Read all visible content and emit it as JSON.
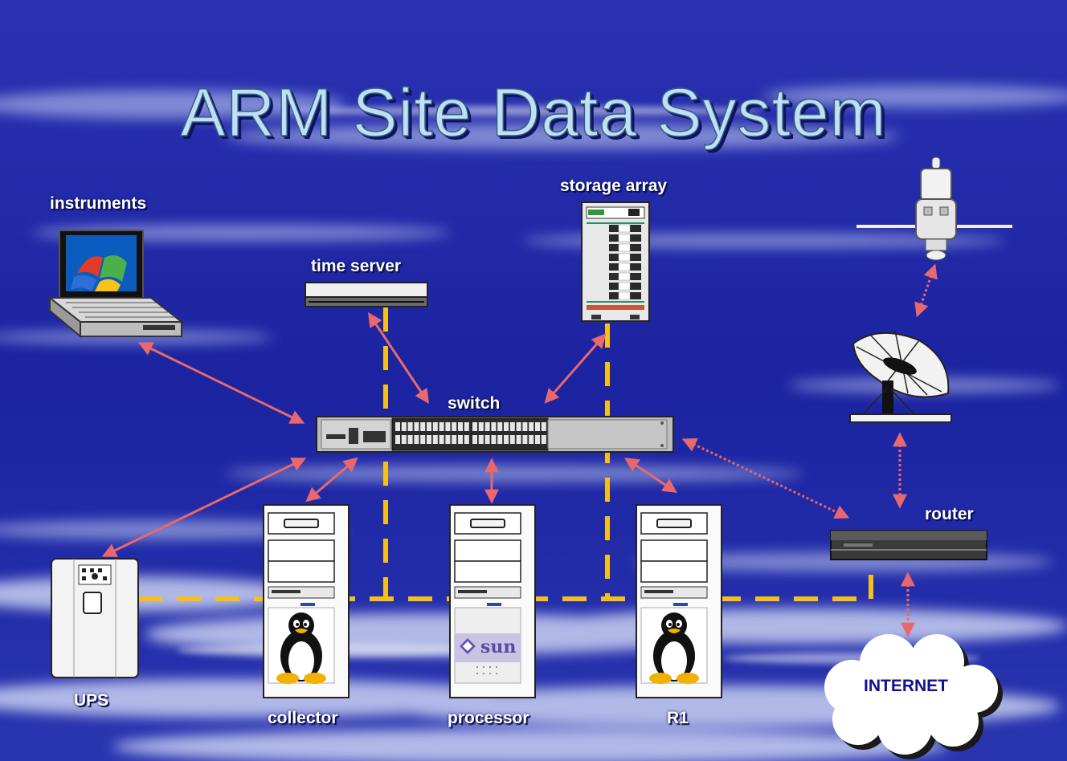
{
  "title": "ARM Site Data System",
  "labels": {
    "instruments": "instruments",
    "time_server": "time server",
    "storage_array": "storage array",
    "switch": "switch",
    "router": "router",
    "ups": "UPS",
    "collector": "collector",
    "processor": "processor",
    "r1": "R1",
    "internet": "INTERNET"
  },
  "sun_logo": "sun",
  "colors": {
    "background": "#1f27a8",
    "link_arrow": "#e8686e",
    "power_line": "#f5c01c",
    "label": "#ffffff",
    "internet_text": "#10128f"
  }
}
